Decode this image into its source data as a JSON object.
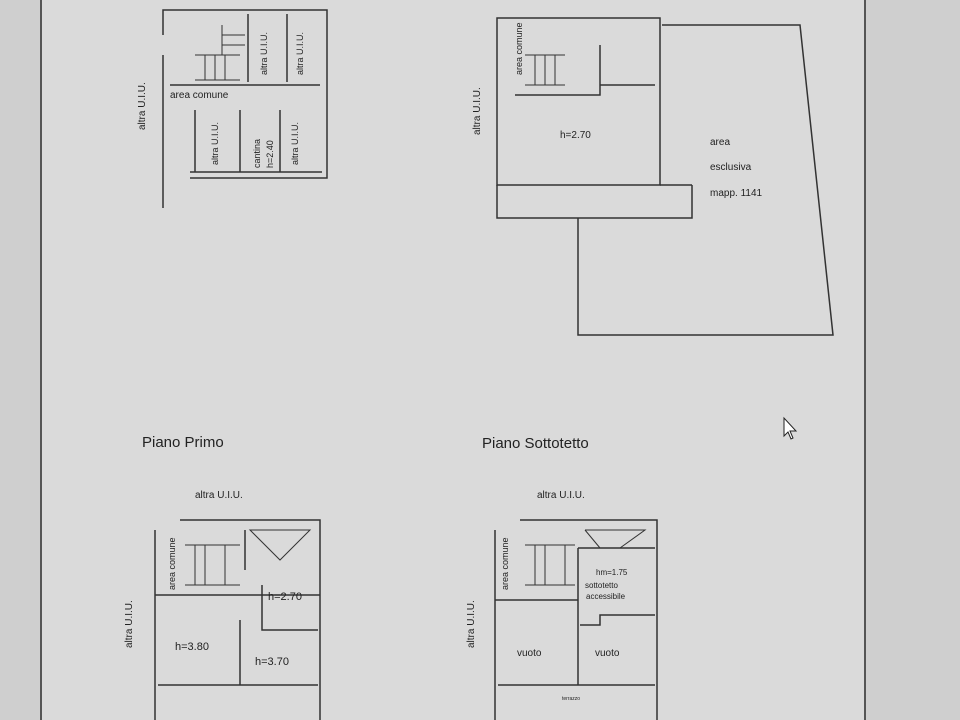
{
  "plans": {
    "basement": {
      "side_label": "altra U.I.U.",
      "area_comune": "area comune",
      "altra_uiu": "altra U.I.U.",
      "cantina": "cantina",
      "cantina_h": "h=2.40"
    },
    "ground": {
      "side_label": "altra U.I.U.",
      "area_comune": "area comune",
      "room_h": "h=2.70",
      "area_esclusiva": [
        "area",
        "esclusiva",
        "mapp. 1141"
      ]
    },
    "first_floor": {
      "title": "Piano Primo",
      "top_label": "altra U.I.U.",
      "side_label": "altra U.I.U.",
      "area_comune": "area comune",
      "heights": [
        "h=2.70",
        "h=3.80",
        "h=3.70"
      ]
    },
    "attic": {
      "title": "Piano Sottotetto",
      "top_label": "altra U.I.U.",
      "side_label": "altra U.I.U.",
      "area_comune": "area comune",
      "attic_h": "hm=1.75",
      "attic_text": [
        "sottotetto",
        "accessibile"
      ],
      "vuoto": [
        "vuoto",
        "vuoto"
      ],
      "terrace": "terrazzo"
    }
  },
  "cursor": "arrow-cursor-icon"
}
